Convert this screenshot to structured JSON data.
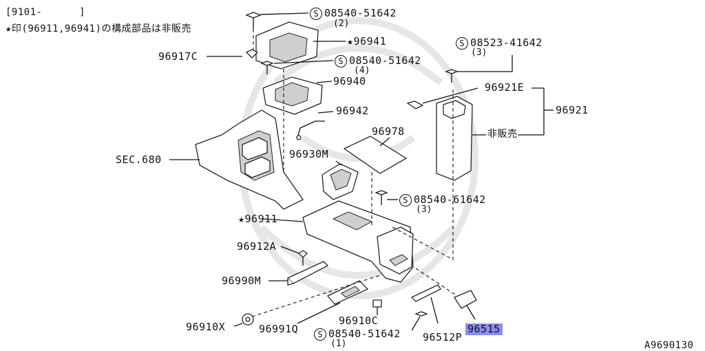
{
  "header": {
    "date_range": "[9101-      ]",
    "note": "★印(96911,96941)の構成部品は非販売"
  },
  "labels": {
    "s_top": "08540-51642",
    "s_top_qty": "(2)",
    "p96941": "★96941",
    "p96917c": "96917C",
    "s_mid": "08540-51642",
    "s_mid_qty": "(4)",
    "p96940": "96940",
    "s_right": "08523-41642",
    "s_right_qty": "(3)",
    "p96921e": "96921E",
    "p96921": "96921",
    "p96942": "96942",
    "not_for_sale": "非販売",
    "p96978": "96978",
    "sec680": "SEC.680",
    "p96930m": "96930M",
    "s_6": "08540-61642",
    "s_6_qty": "(3)",
    "p96911": "★96911",
    "p96912a": "96912A",
    "p96990m": "96990M",
    "p96910x": "96910X",
    "p96991q": "96991Q",
    "p96910c": "96910C",
    "s_bot": "08540-51642",
    "s_bot_qty": "(1)",
    "p96512p": "96512P",
    "p96515": "96515",
    "figure_code": "A9690130",
    "s_symbol": "S"
  },
  "colors": {
    "highlight": "#8c8cf0",
    "line": "#111111",
    "watermark": "#e6e6e6"
  }
}
